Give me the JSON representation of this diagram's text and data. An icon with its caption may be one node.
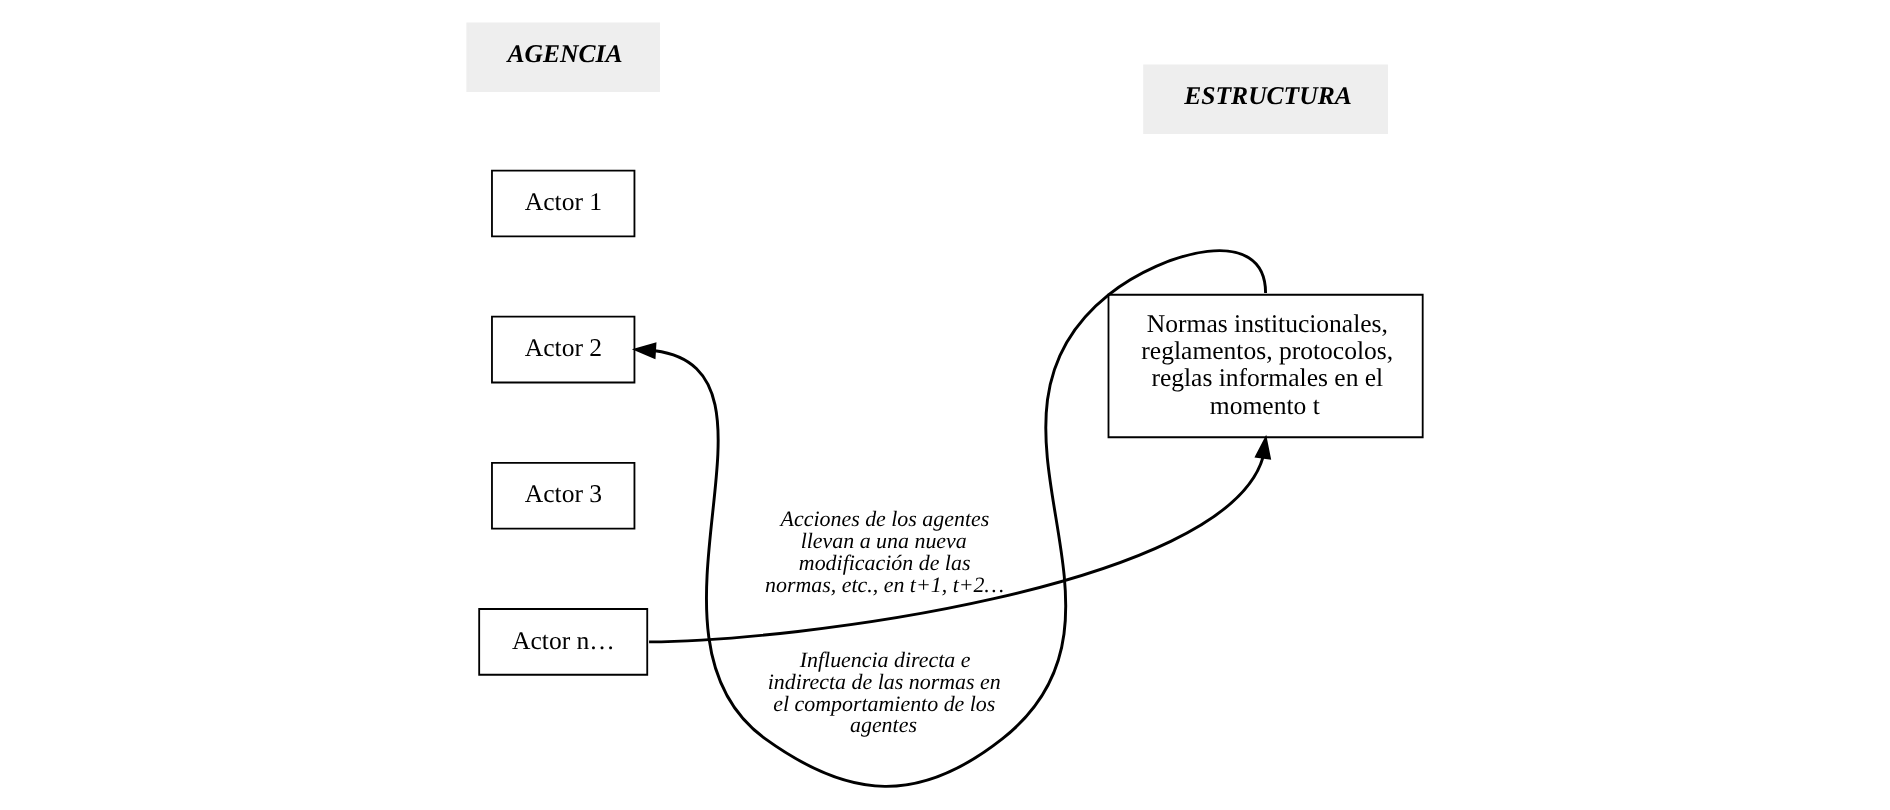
{
  "diagram": {
    "nodes": [
      {
        "text": [
          "AGENCIA"
        ]
      },
      {
        "text": [
          "ESTRUCTURA"
        ]
      },
      {
        "text": [
          "Actor 1"
        ]
      },
      {
        "text": [
          "Actor 2"
        ]
      },
      {
        "text": [
          "Actor 3"
        ]
      },
      {
        "text": [
          "Actor n…"
        ]
      },
      {
        "text": [
          "Normas institucionales, reglamentos, protocolos, reglas informales en el momento t"
        ]
      }
    ],
    "edges": [
      {
        "from": 6,
        "to": 3,
        "arrow": "to",
        "label": "Influencia directa e indirecta de las normas en el comportamiento de los agentes"
      },
      {
        "from": 5,
        "to": 6,
        "arrow": "to",
        "label": "Acciones de los agentes llevan a una nueva modificación de las normas, etc., en t+1, t+2…"
      }
    ]
  }
}
